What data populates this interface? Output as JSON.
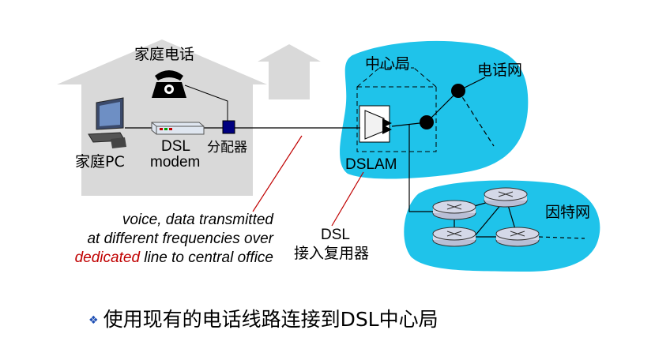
{
  "labels": {
    "home_phone": "家庭电话",
    "central_office": "中心局",
    "phone_network": "电话网",
    "home_pc": "家庭PC",
    "dsl_modem_line1": "DSL",
    "dsl_modem_line2": "modem",
    "splitter": "分配器",
    "dslam": "DSLAM",
    "internet": "因特网",
    "dsl_mux_line1": "DSL",
    "dsl_mux_line2": "接入复用器"
  },
  "caption": {
    "line1": "voice, data transmitted",
    "line2": "at different frequencies over",
    "line3_highlight": "dedicated",
    "line3_rest": " line to central office"
  },
  "bullet_text": "使用现有的电话线路连接到DSL中心局",
  "colors": {
    "house": "#d9d9d9",
    "cloud": "#1fc3ea",
    "highlight": "#c00000",
    "bullet": "#1f4fb4",
    "router": "#d4d8e8",
    "splitter": "#000080"
  }
}
